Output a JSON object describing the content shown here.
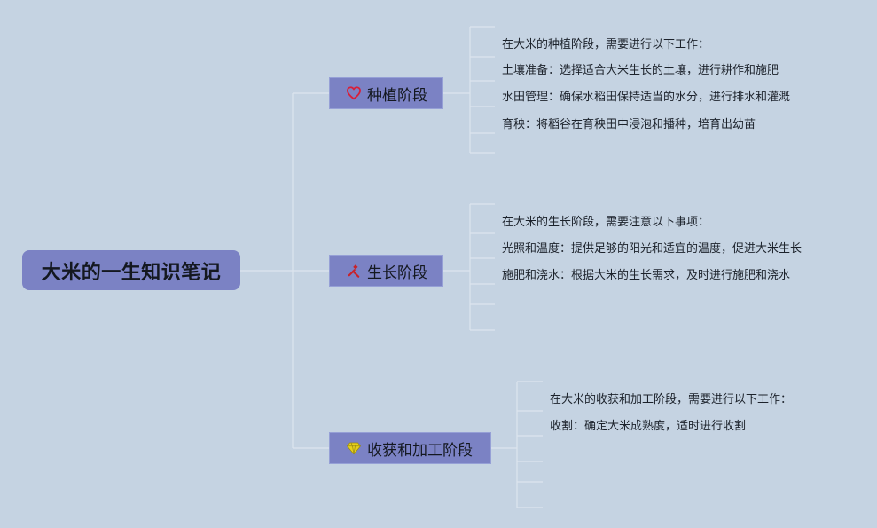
{
  "root": {
    "title": "大米的一生知识笔记"
  },
  "branches": [
    {
      "label": "种植阶段",
      "icon": "heart-icon",
      "icon_color": "#d8203a",
      "items": [
        "在大米的种植阶段，需要进行以下工作：",
        "土壤准备：选择适合大米生长的土壤，进行耕作和施肥",
        "水田管理：确保水稻田保持适当的水分，进行排水和灌溉",
        "育秧：将稻谷在育秧田中浸泡和播种，培育出幼苗"
      ]
    },
    {
      "label": "生长阶段",
      "icon": "tools-icon",
      "icon_color": "#c8222a",
      "items": [
        "在大米的生长阶段，需要注意以下事项：",
        "光照和温度：提供足够的阳光和适宜的温度，促进大米生长",
        "施肥和浇水：根据大米的生长需求，及时进行施肥和浇水"
      ]
    },
    {
      "label": "收获和加工阶段",
      "icon": "diamond-icon",
      "icon_color": "#e8d21c",
      "items": [
        "在大米的收获和加工阶段，需要进行以下工作：",
        "收割：确定大米成熟度，适时进行收割"
      ]
    }
  ]
}
